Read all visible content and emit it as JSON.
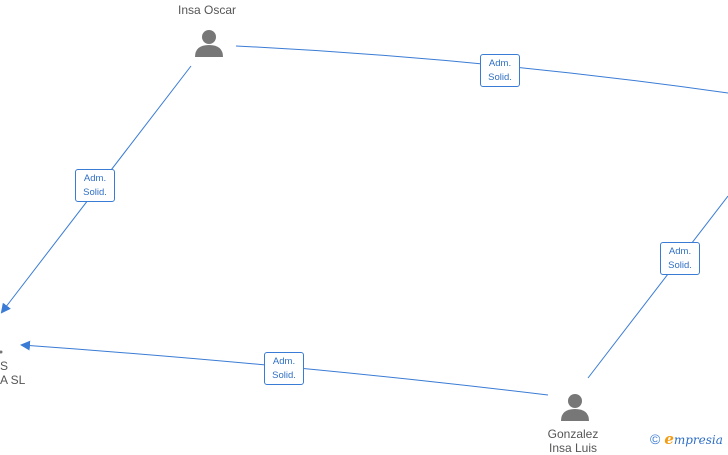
{
  "nodes": {
    "top_person": {
      "label": "Insa Oscar"
    },
    "bottom_person": {
      "label_lines": [
        "Gonzalez",
        "Insa Luis"
      ]
    },
    "company": {
      "label_lines": [
        "S",
        "A  SL"
      ]
    }
  },
  "edges": [
    {
      "line1": "Adm.",
      "line2": "Solid."
    },
    {
      "line1": "Adm.",
      "line2": "Solid."
    },
    {
      "line1": "Adm.",
      "line2": "Solid."
    },
    {
      "line1": "Adm.",
      "line2": "Solid."
    }
  ],
  "watermark": {
    "copyright": "©",
    "brand_initial": "e",
    "brand_rest": "mpresia"
  },
  "colors": {
    "edge": "#3a7bd5",
    "person_icon": "#777777",
    "label_text": "#555555",
    "brand_accent": "#f39c12"
  },
  "icons": {
    "person": "person-icon",
    "arrow": "arrowhead-icon"
  }
}
